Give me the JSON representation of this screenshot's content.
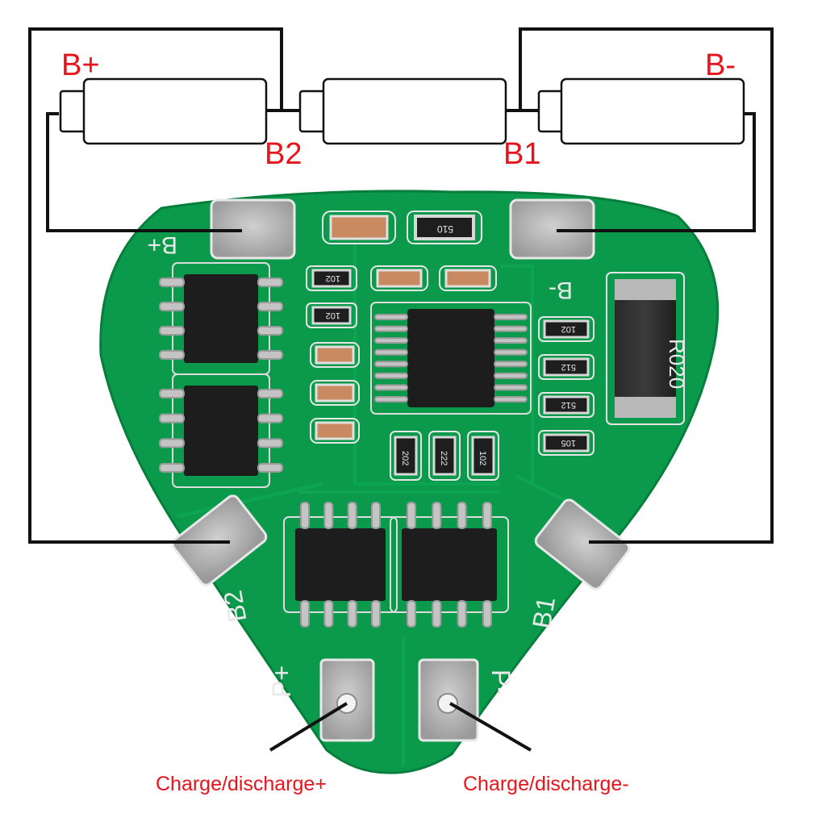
{
  "labels": {
    "b_plus": "B+",
    "b_minus": "B-",
    "b2": "B2",
    "b1": "B1",
    "charge_plus": "Charge/discharge+",
    "charge_minus": "Charge/discharge-"
  },
  "silkscreen": {
    "pad_b_plus": "B+",
    "pad_b_minus": "B-",
    "pad_b2": "B2",
    "pad_b1": "B1",
    "pad_p_plus": "P+",
    "pad_p_minus": "P-",
    "shunt": "R020",
    "res_top": "510",
    "res_102_a": "102",
    "res_102_b": "102",
    "res_102_c": "102",
    "res_512_a": "512",
    "res_512_b": "512",
    "res_105": "105",
    "res_202": "202",
    "res_222": "222",
    "res_102_d": "102"
  },
  "colors": {
    "pcb": "#0b9a4c",
    "pcb_dark": "#06803c",
    "pad": "#b8b8b8",
    "chip": "#1d1d1d",
    "wire": "#111111",
    "label_red": "#e8141b"
  }
}
